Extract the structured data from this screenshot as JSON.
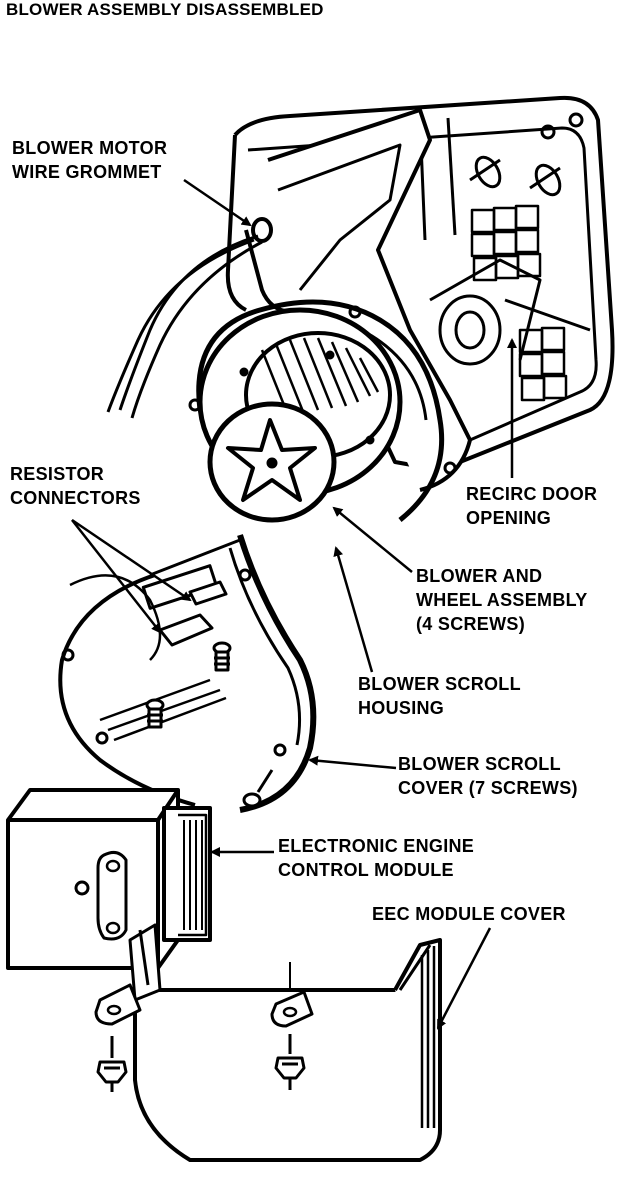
{
  "title": "BLOWER ASSEMBLY DISASSEMBLED",
  "callouts": {
    "grommet": [
      "BLOWER MOTOR",
      "WIRE GROMMET"
    ],
    "resistor": [
      "RESISTOR",
      "CONNECTORS"
    ],
    "recirc": [
      "RECIRC DOOR",
      "OPENING"
    ],
    "wheel": [
      "BLOWER AND",
      "WHEEL ASSEMBLY",
      "(4 SCREWS)"
    ],
    "scroll_housing": [
      "BLOWER SCROLL",
      "HOUSING"
    ],
    "scroll_cover": [
      "BLOWER SCROLL",
      "COVER (7 SCREWS)"
    ],
    "eec_module": [
      "ELECTRONIC ENGINE",
      "CONTROL MODULE"
    ],
    "eec_cover": [
      "EEC MODULE COVER"
    ]
  },
  "colors": {
    "ink": "#000000",
    "paper": "#ffffff"
  }
}
